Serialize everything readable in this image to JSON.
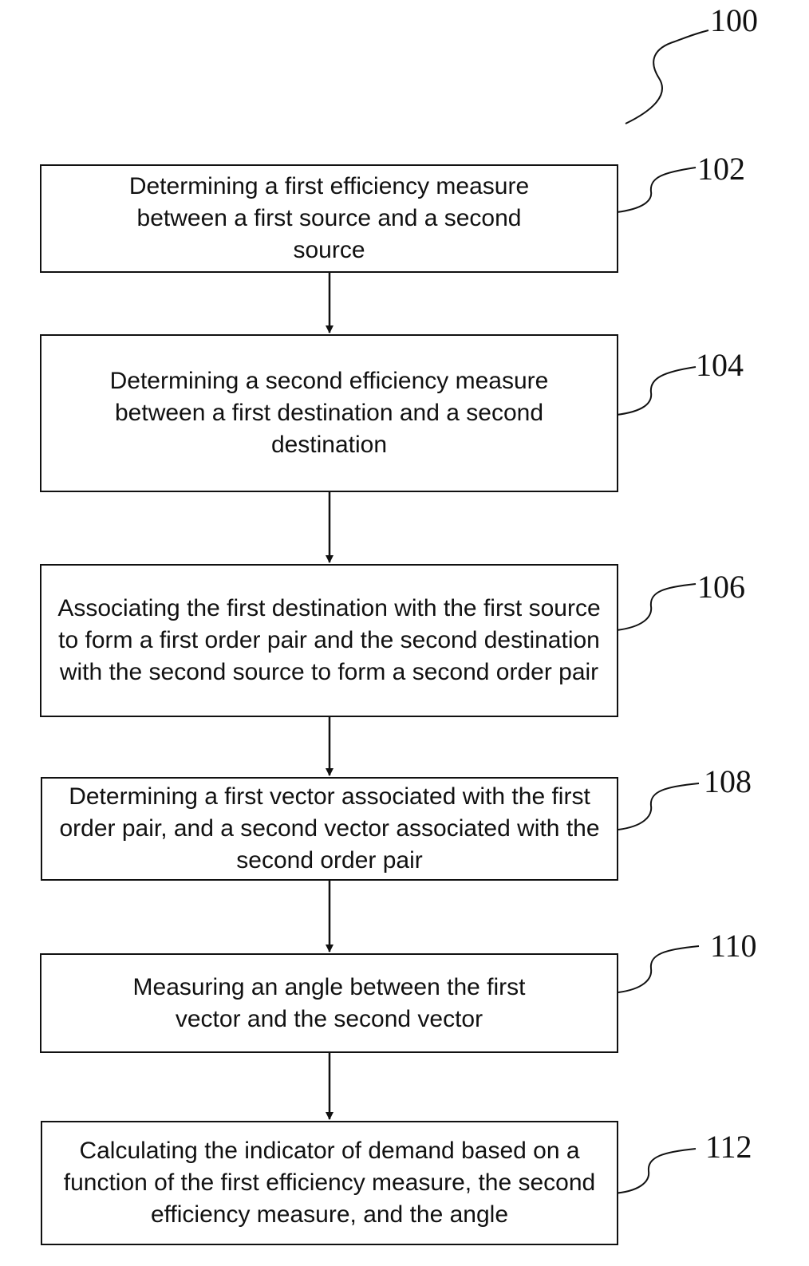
{
  "diagram": {
    "figure_ref": "100",
    "steps": [
      {
        "ref": "102",
        "text": "Determining a first efficiency measure between a first source and a second source"
      },
      {
        "ref": "104",
        "text": "Determining a second efficiency measure between a first destination and a second destination"
      },
      {
        "ref": "106",
        "text": "Associating the first destination with the first source to form a first order pair and the second destination with the second source to form a second order pair"
      },
      {
        "ref": "108",
        "text": "Determining a first vector associated with the first order pair, and a second vector associated with the second order pair"
      },
      {
        "ref": "110",
        "text": "Measuring an angle between the first vector and the second vector"
      },
      {
        "ref": "112",
        "text": "Calculating the indicator of demand based on a function of the first efficiency measure, the second efficiency measure, and the angle"
      }
    ]
  }
}
